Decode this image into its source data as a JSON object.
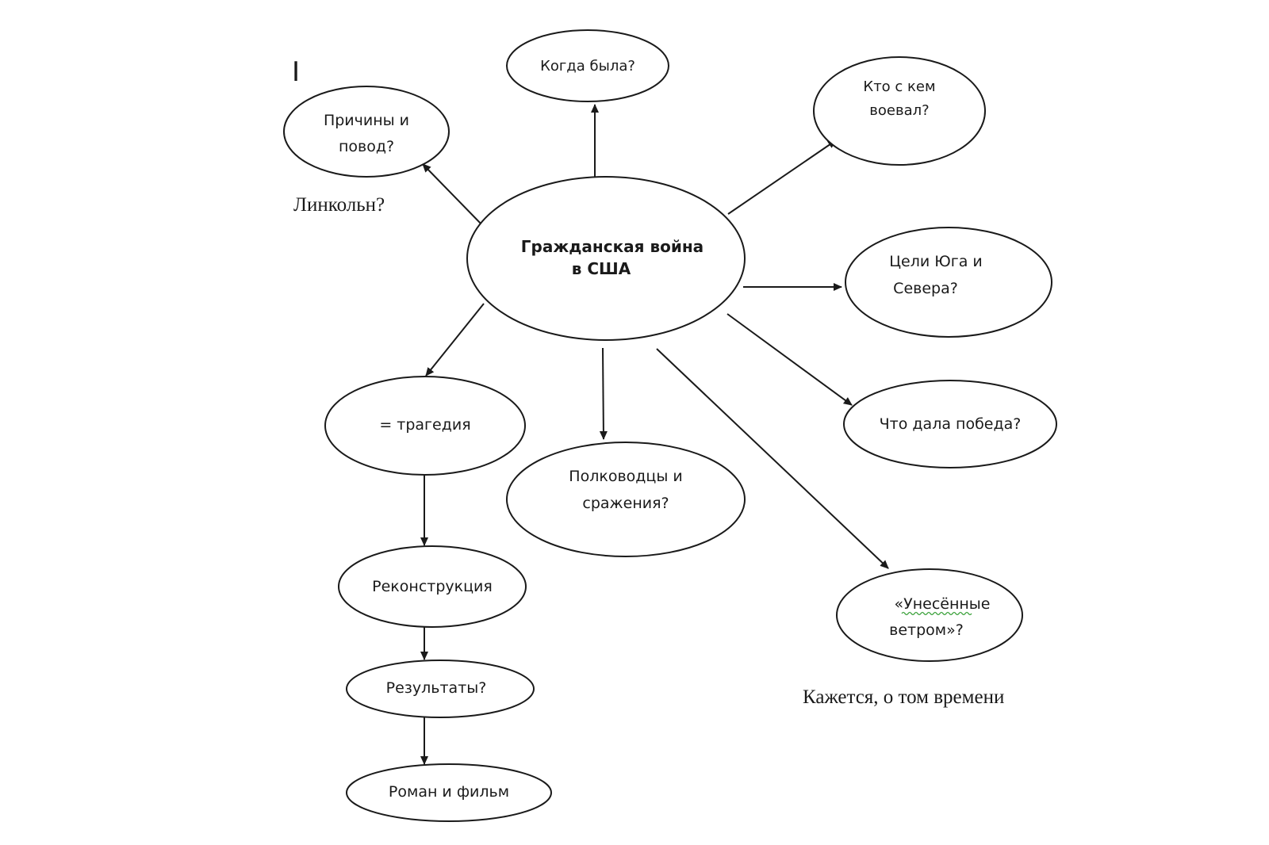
{
  "center": {
    "line1": "Гражданская война",
    "line2": "в США"
  },
  "nodes": {
    "when": {
      "line1": "Когда была?"
    },
    "who": {
      "line1": "Кто с кем",
      "line2": "воевал?"
    },
    "causes": {
      "line1": "Причины и",
      "line2": "повод?"
    },
    "goals": {
      "line1": "Цели Юга и",
      "line2": "Севера?"
    },
    "victory": {
      "line1": "Что дала победа?"
    },
    "tragedy": {
      "line1": "= трагедия"
    },
    "generals": {
      "line1": "Полководцы и",
      "line2": "сражения?"
    },
    "gone": {
      "line1": "«Унесённые",
      "line2": "ветром»?"
    },
    "reconstruction": {
      "line1": "Реконструкция"
    },
    "results": {
      "line1": "Результаты?"
    },
    "novel": {
      "line1": "Роман и фильм"
    }
  },
  "notes": {
    "lincoln": "Линкольн?",
    "times": "Кажется, о том времени",
    "cursor": "I"
  }
}
